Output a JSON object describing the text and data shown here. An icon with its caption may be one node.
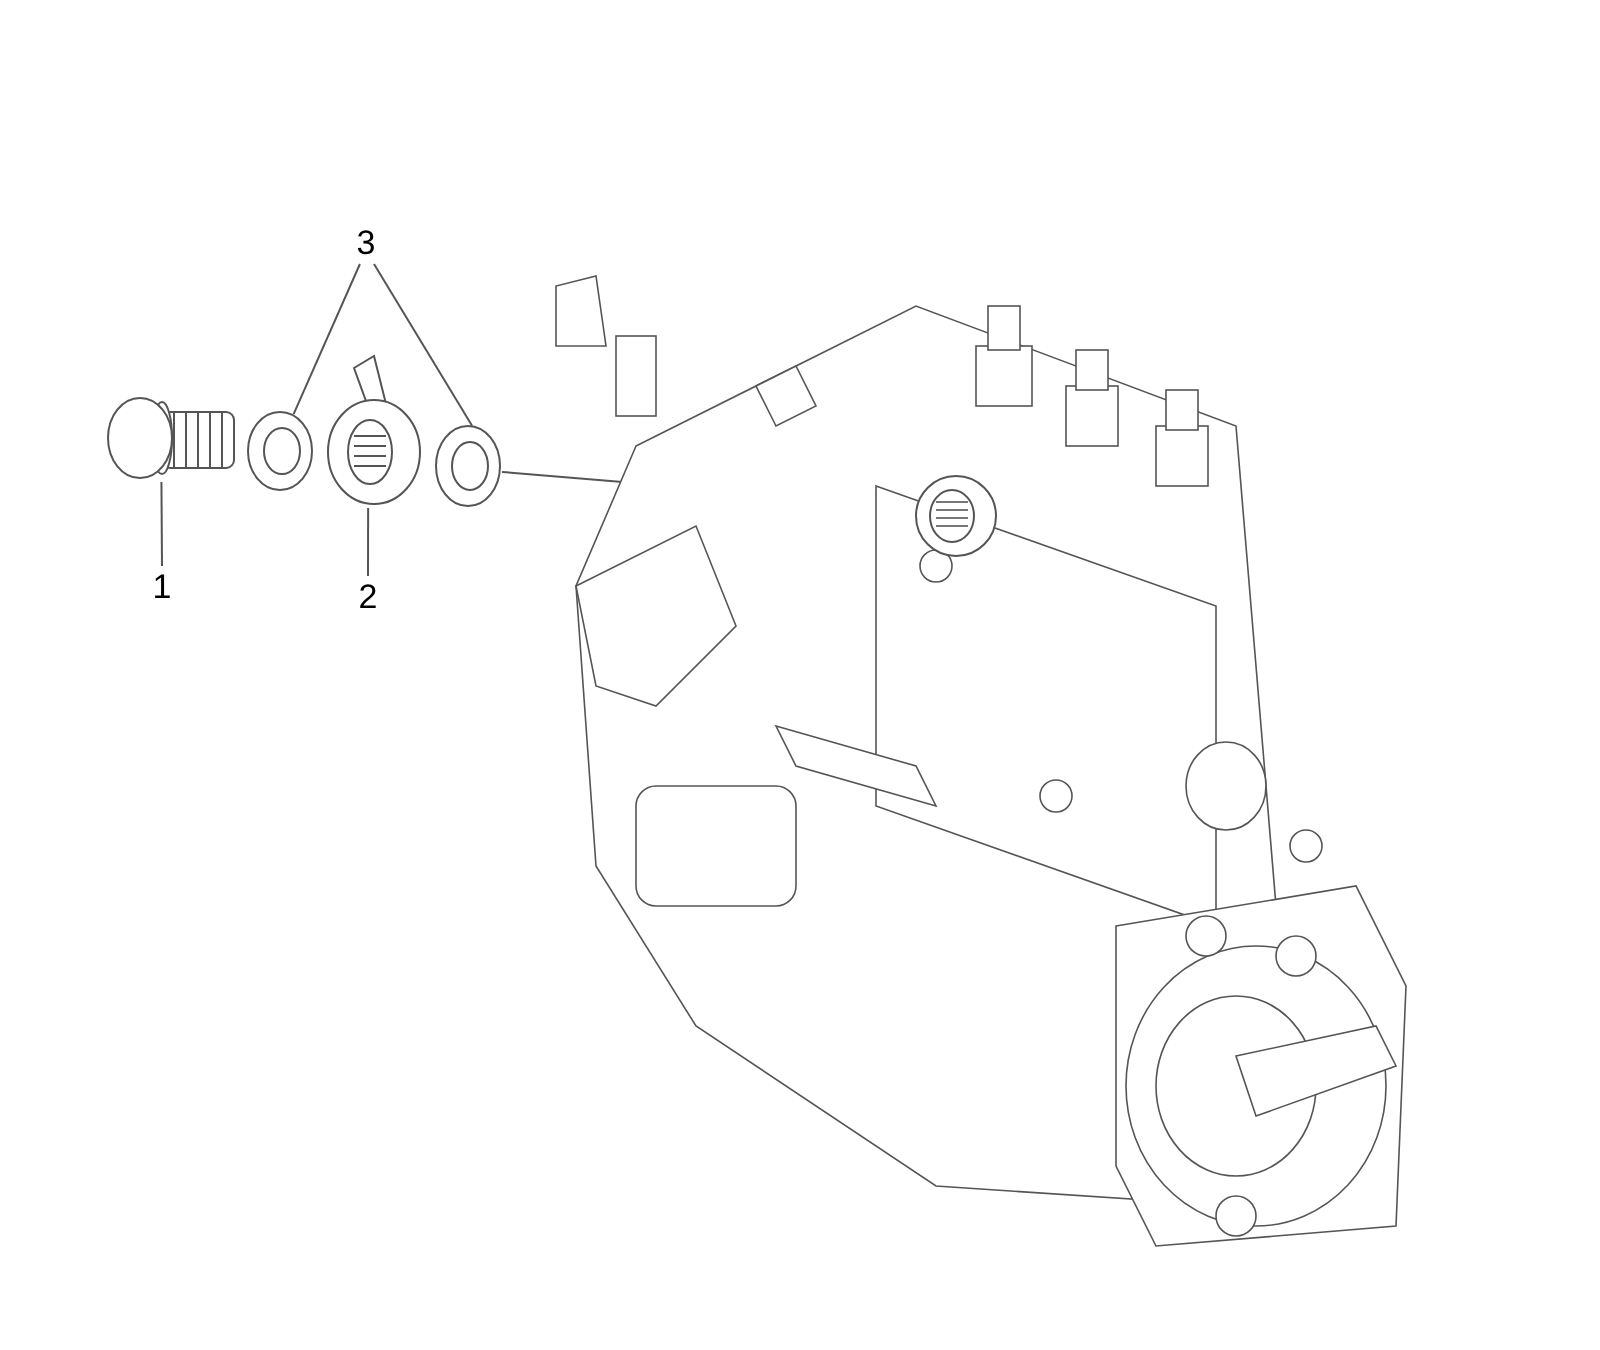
{
  "diagram": {
    "nodes": [
      {
        "text": [
          "3"
        ]
      },
      {
        "text": [
          "1"
        ]
      },
      {
        "text": [
          "2"
        ]
      },
      {
        "text": [],
        "shape": "picture"
      },
      {
        "text": [],
        "shape": "picture"
      },
      {
        "text": [],
        "shape": "picture"
      },
      {
        "text": [],
        "shape": "picture"
      },
      {
        "text": [],
        "shape": "picture"
      },
      {
        "text": [],
        "shape": "picture",
        "in": 7
      }
    ],
    "edges": [
      {
        "from": 0,
        "to": 4,
        "arrow": "none"
      },
      {
        "from": 0,
        "to": 6,
        "arrow": "none"
      },
      {
        "from": 1,
        "to": 3,
        "arrow": "none"
      },
      {
        "from": 2,
        "to": 5,
        "arrow": "none"
      },
      {
        "from": 6,
        "to": 8,
        "arrow": "none"
      }
    ]
  }
}
